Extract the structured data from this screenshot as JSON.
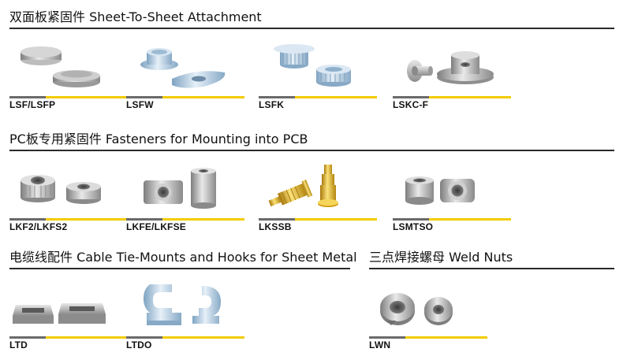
{
  "sections": [
    {
      "title": "双面板紧固件 Sheet-To-Sheet Attachment"
    },
    {
      "title": "PC板专用紧固件 Fasteners for Mounting into PCB"
    },
    {
      "title": "电缆线配件 Cable Tie-Mounts and Hooks for Sheet Metal"
    },
    {
      "title": "三点焊接螺母 Weld Nuts"
    }
  ],
  "products": [
    {
      "label": "LSF/LSFP",
      "icon": "flush-pin-icon"
    },
    {
      "label": "LSFW",
      "icon": "pin-with-washer-icon"
    },
    {
      "label": "LSFK",
      "icon": "knurled-stud-icon"
    },
    {
      "label": "LSKC-F",
      "icon": "snap-rivet-icon"
    },
    {
      "label": "LKF2/LKFS2",
      "icon": "self-clinching-nut-icon"
    },
    {
      "label": "LKFE/LKFSE",
      "icon": "standoff-icon"
    },
    {
      "label": "LKSSB",
      "icon": "brass-pin-icon"
    },
    {
      "label": "LSMTSO",
      "icon": "threaded-standoff-icon"
    },
    {
      "label": "LTD",
      "icon": "cable-tie-mount-icon"
    },
    {
      "label": "LTDO",
      "icon": "cable-hook-icon"
    },
    {
      "label": "LWN",
      "icon": "weld-nut-icon"
    }
  ],
  "colors": {
    "accent_yellow": "#f2cc00",
    "bar_grey": "#6a6a6a",
    "rule": "#2a2a2a",
    "metal": "#b8b8b8",
    "zinc_blue": "#bcd3e6",
    "brass": "#e0b526"
  }
}
